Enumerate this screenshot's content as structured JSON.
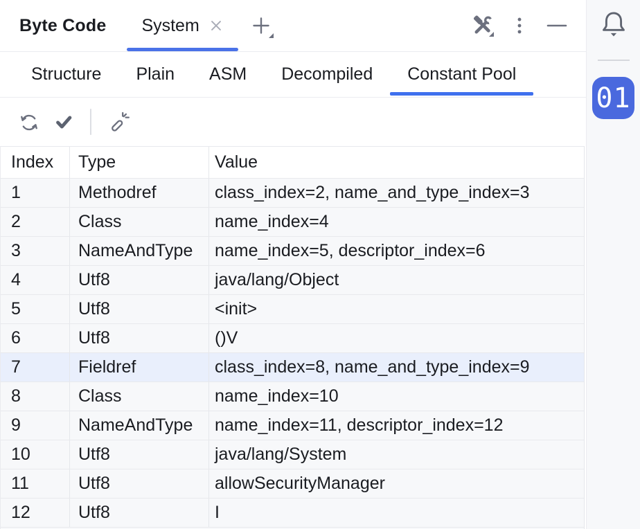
{
  "header": {
    "title": "Byte Code",
    "file_tab": {
      "label": "System",
      "close_icon": "close-icon",
      "active": true
    },
    "add_tab_icon": "plus-icon",
    "actions": [
      {
        "name": "build-tools-button",
        "icon": "hammer-wrench-icon",
        "has_dropdown": true
      },
      {
        "name": "more-options-button",
        "icon": "kebab-menu-icon"
      },
      {
        "name": "hide-button",
        "icon": "minimize-icon"
      }
    ]
  },
  "view_tabs": {
    "items": [
      "Structure",
      "Plain",
      "ASM",
      "Decompiled",
      "Constant Pool"
    ],
    "active": "Constant Pool"
  },
  "toolbar": {
    "buttons": [
      {
        "name": "refresh-button",
        "icon": "refresh-icon"
      },
      {
        "name": "verify-button",
        "icon": "checkmark-icon"
      },
      {
        "name": "magic-wand-button",
        "icon": "magic-wand-icon"
      }
    ]
  },
  "table": {
    "columns": [
      "Index",
      "Type",
      "Value"
    ],
    "selected_index": 7,
    "rows": [
      {
        "index": 1,
        "type": "Methodref",
        "value": "class_index=2, name_and_type_index=3"
      },
      {
        "index": 2,
        "type": "Class",
        "value": "name_index=4"
      },
      {
        "index": 3,
        "type": "NameAndType",
        "value": "name_index=5, descriptor_index=6"
      },
      {
        "index": 4,
        "type": "Utf8",
        "value": "java/lang/Object"
      },
      {
        "index": 5,
        "type": "Utf8",
        "value": "<init>"
      },
      {
        "index": 6,
        "type": "Utf8",
        "value": "()V"
      },
      {
        "index": 7,
        "type": "Fieldref",
        "value": "class_index=8, name_and_type_index=9"
      },
      {
        "index": 8,
        "type": "Class",
        "value": "name_index=10"
      },
      {
        "index": 9,
        "type": "NameAndType",
        "value": "name_index=11, descriptor_index=12"
      },
      {
        "index": 10,
        "type": "Utf8",
        "value": "java/lang/System"
      },
      {
        "index": 11,
        "type": "Utf8",
        "value": "allowSecurityManager"
      },
      {
        "index": 12,
        "type": "Utf8",
        "value": "I"
      }
    ]
  },
  "right_stripe": {
    "bell_icon": "bell-icon",
    "badge": "01"
  },
  "colors": {
    "accent_blue": "#3F70EE",
    "tab_underline_blue": "#4A72E8",
    "badge_blue": "#4A69DE",
    "selected_row_bg": "#E9EFFC",
    "row_bg": "#F7F8FA",
    "grid_line": "#E8E9ED",
    "border": "#EBECF0",
    "icon_gray": "#6C707E",
    "text": "#1A1C21"
  }
}
